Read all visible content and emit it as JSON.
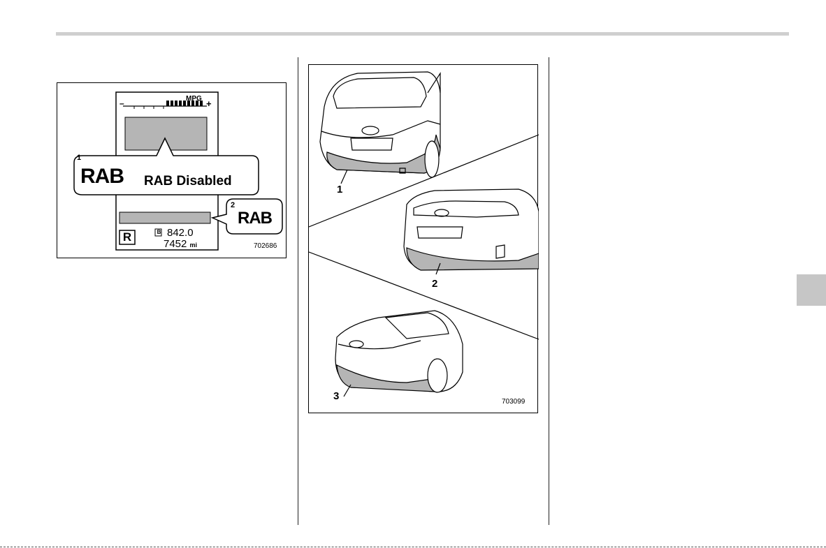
{
  "figure1": {
    "gauge_label": "MPG",
    "gauge_minus": "–",
    "gauge_plus": "+",
    "callout1_number": "1",
    "callout1_abbrev": "RAB",
    "callout1_text": "RAB Disabled",
    "callout2_number": "2",
    "callout2_abbrev": "RAB",
    "gear": "R",
    "trip_indicator": "B",
    "trip_value": "842.0",
    "odometer_value": "7452",
    "odometer_unit": "mi",
    "code": "702686"
  },
  "figure2": {
    "car1_label": "1",
    "car2_label": "2",
    "car3_label": "3",
    "code": "703099"
  },
  "colors": {
    "rule": "#cfcfcf",
    "tab": "#c6c6c6",
    "shade": "#b5b5b5"
  }
}
